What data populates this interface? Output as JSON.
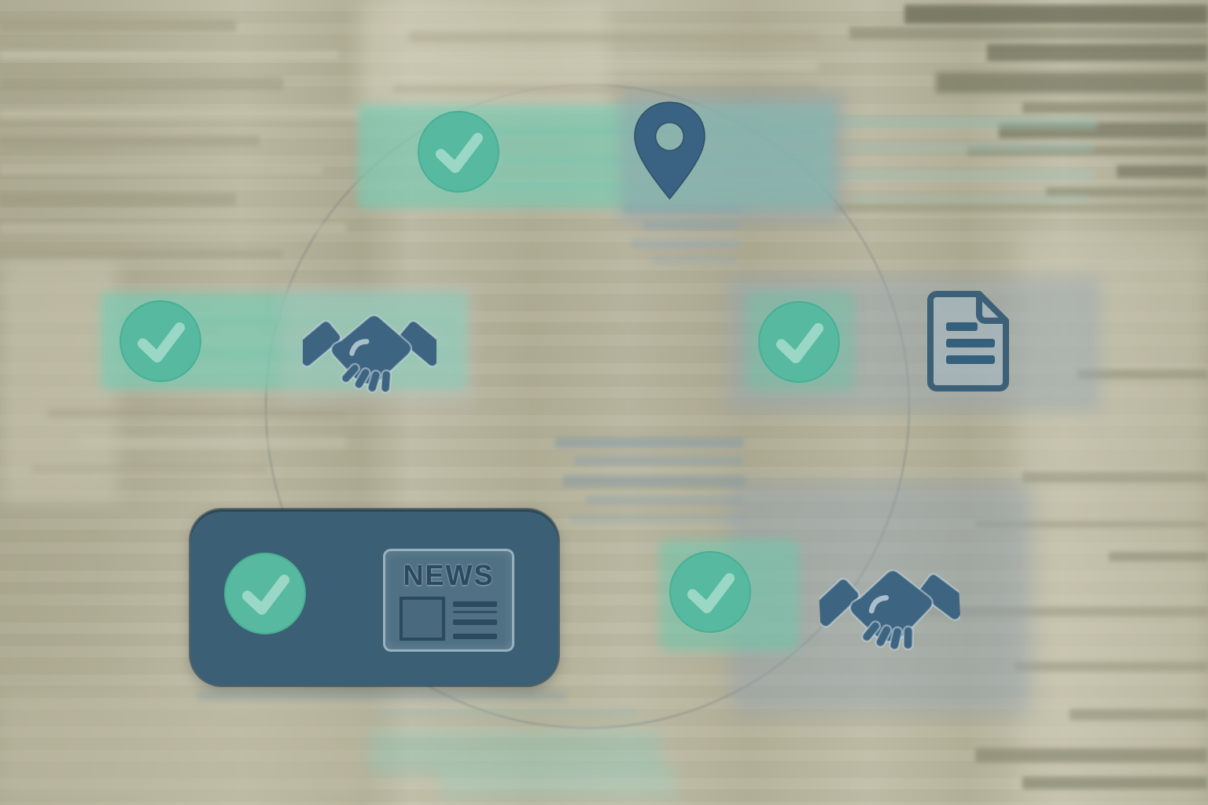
{
  "illustration": {
    "title_hint": "circular verification process illustration",
    "news_label": "NEWS",
    "nodes": [
      {
        "name": "location",
        "icon": "location-pin-icon",
        "checked": true
      },
      {
        "name": "partnership",
        "icon": "handshake-icon",
        "checked": true
      },
      {
        "name": "document",
        "icon": "document-icon",
        "checked": true
      },
      {
        "name": "news",
        "icon": "newspaper-icon",
        "checked": true,
        "highlighted": true
      },
      {
        "name": "agreement",
        "icon": "handshake-icon",
        "checked": true
      }
    ],
    "colors": {
      "check_teal": "#57b9a0",
      "check_mark_light": "#a7dccb",
      "icon_blue": "#3c6480",
      "card_navy": "#3b5f74",
      "news_text": "#2b4a60",
      "background_khaki": "#b2af97",
      "teal_band": "#7ecbb3",
      "panel_blue_gray": "#92a4b0",
      "connector_gray": "#68787f"
    }
  }
}
